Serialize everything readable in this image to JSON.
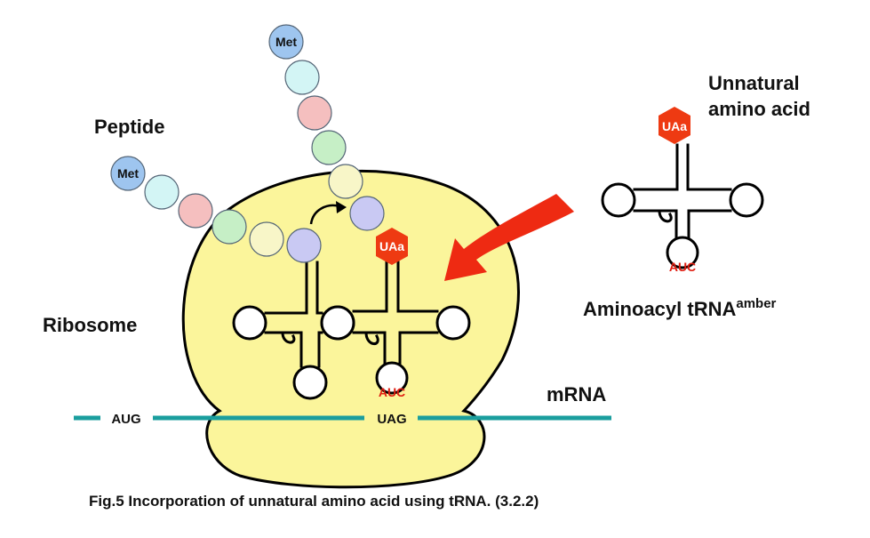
{
  "labels": {
    "peptide": "Peptide",
    "ribosome": "Ribosome",
    "mrna": "mRNA",
    "unnatural_line1": "Unnatural",
    "unnatural_line2": "amino acid",
    "aminoacyl": "Aminoacyl tRNA",
    "aminoacyl_sup": "amber",
    "caption": "Fig.5 Incorporation of unnatural amino acid using tRNA. (3.2.2)"
  },
  "codons": {
    "aug": "AUG",
    "uag": "UAG"
  },
  "anticodons": {
    "ribosome_trna": "AUC",
    "free_trna": "AUC"
  },
  "amino_acids": {
    "met_upper": "Met",
    "met_lower": "Met",
    "uaa_ribosome": "UAa",
    "uaa_free": "UAa"
  },
  "colors": {
    "ribosome_fill": "#fbf59b",
    "mrna": "#1a9e9e",
    "arrow": "#ee2a12",
    "hexagon": "#ee3a12",
    "bead_blue": "#9ec5ef",
    "bead_cyan": "#d3f5f5",
    "bead_pink": "#f5bfbf",
    "bead_green": "#c6efc6",
    "bead_cream": "#f8f6c8",
    "bead_purple": "#c9c9f3"
  }
}
